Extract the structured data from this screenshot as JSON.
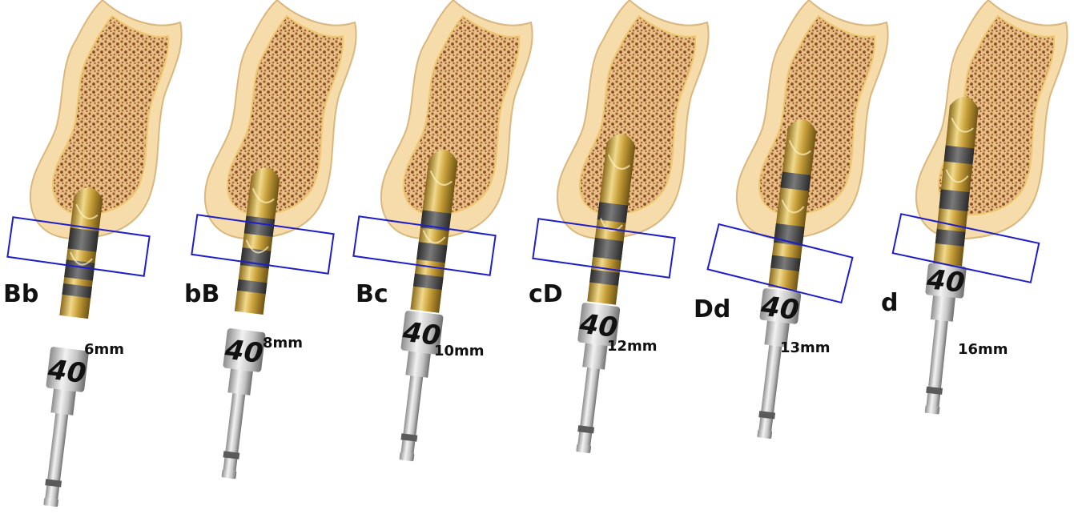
{
  "colors": {
    "cortical_bone": "#f6dcaa",
    "cortical_outline": "#d9b77e",
    "cancellous_bone": "#e9c48f",
    "trabecular_dots": "#9a5a2a",
    "drill_gold": "#c9a13a",
    "drill_gold_light": "#f1d98b",
    "drill_band_dark": "#4a4a4a",
    "drill_steel": "#c9c9c9",
    "frame_blue": "#1d1dcc",
    "text": "#111111"
  },
  "drills": [
    {
      "label": "Bb",
      "depth": "6mm",
      "mark": "40"
    },
    {
      "label": "bB",
      "depth": "8mm",
      "mark": "40"
    },
    {
      "label": "Bc",
      "depth": "10mm",
      "mark": "40"
    },
    {
      "label": "cD",
      "depth": "12mm",
      "mark": "40"
    },
    {
      "label": "Dd",
      "depth": "13mm",
      "mark": "40"
    },
    {
      "label": "d",
      "depth": "16mm",
      "mark": "40"
    }
  ]
}
